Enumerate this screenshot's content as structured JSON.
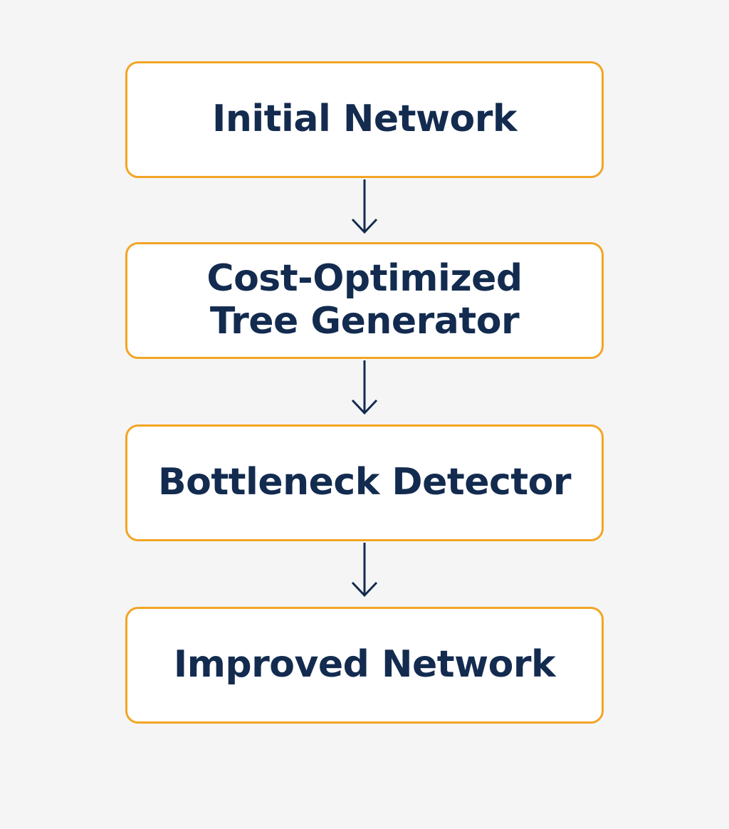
{
  "diagram": {
    "nodes": [
      {
        "label": "Initial Network"
      },
      {
        "label": "Cost-Optimized\nTree Generator"
      },
      {
        "label": "Bottleneck Detector"
      },
      {
        "label": "Improved Network"
      }
    ],
    "edges": [
      {
        "from": "Initial Network",
        "to": "Cost-Optimized Tree Generator"
      },
      {
        "from": "Cost-Optimized Tree Generator",
        "to": "Bottleneck Detector"
      },
      {
        "from": "Bottleneck Detector",
        "to": "Improved Network"
      }
    ]
  },
  "colors": {
    "background": "#f5f5f6",
    "box_border": "#f2a524",
    "box_fill": "#ffffff",
    "text": "#132b4f",
    "arrow": "#132b4f"
  }
}
